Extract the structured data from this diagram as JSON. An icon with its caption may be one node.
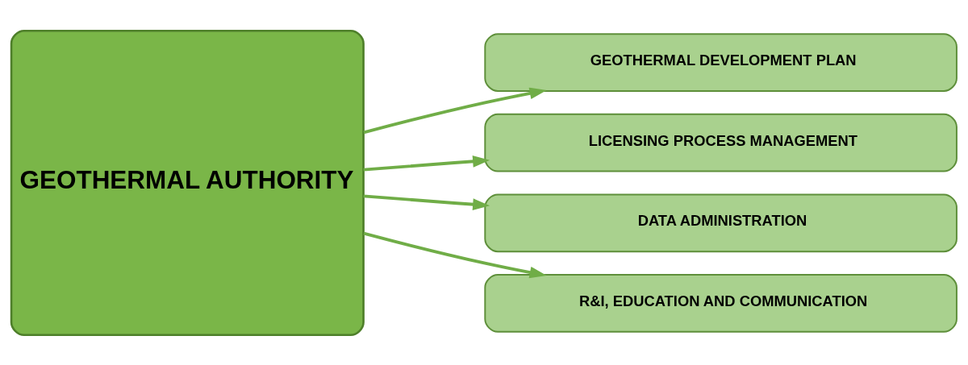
{
  "diagram": {
    "nodes": [
      {
        "text": [
          "GEOTHERMAL AUTHORITY"
        ]
      },
      {
        "text": [
          "GEOTHERMAL DEVELOPMENT PLAN"
        ]
      },
      {
        "text": [
          "LICENSING PROCESS MANAGEMENT"
        ]
      },
      {
        "text": [
          "DATA ADMINISTRATION"
        ]
      },
      {
        "text": [
          "R&I, EDUCATION AND COMMUNICATION"
        ]
      }
    ],
    "edges": [
      {
        "from": 0,
        "to": 1,
        "arrow": "to"
      },
      {
        "from": 0,
        "to": 2,
        "arrow": "to"
      },
      {
        "from": 0,
        "to": 3,
        "arrow": "to"
      },
      {
        "from": 0,
        "to": 4,
        "arrow": "to"
      }
    ]
  }
}
